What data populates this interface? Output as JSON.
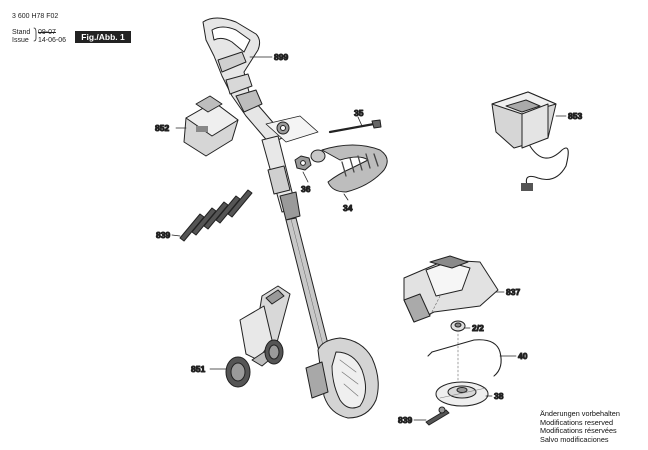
{
  "header": {
    "doc_number": "3 600 H78 F02",
    "stand_label": "Stand",
    "issue_label": "Issue",
    "stand_value": "09-07",
    "issue_value": "14-06-06",
    "fig_label": "Fig./Abb. 1"
  },
  "callouts": {
    "handle": "899",
    "battery": "852",
    "bolt": "35",
    "nut": "36",
    "aux_handle": "34",
    "charger": "853",
    "blades_upper": "839",
    "guard": "837",
    "spool_part": "2/2",
    "wire": "40",
    "wheel": "851",
    "spool_cover": "38",
    "blade_lower": "839"
  },
  "footer_notes": [
    "Änderungen vorbehalten",
    "Modifications reserved",
    "Modifications réservées",
    "Salvo modificaciones"
  ]
}
